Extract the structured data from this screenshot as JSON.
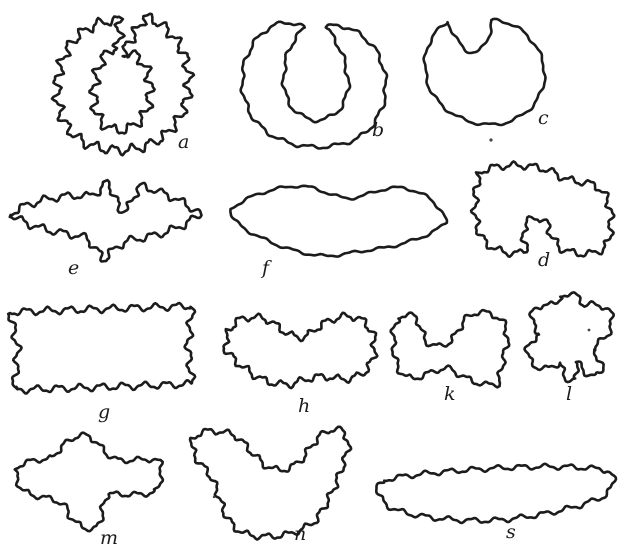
{
  "figure": {
    "labels": {
      "a": "a",
      "b": "b",
      "c": "c",
      "d": "d",
      "e": "e",
      "f": "f",
      "g": "g",
      "h": "h",
      "k": "k",
      "l": "l",
      "m": "m",
      "n": "n",
      "s": "s"
    }
  }
}
